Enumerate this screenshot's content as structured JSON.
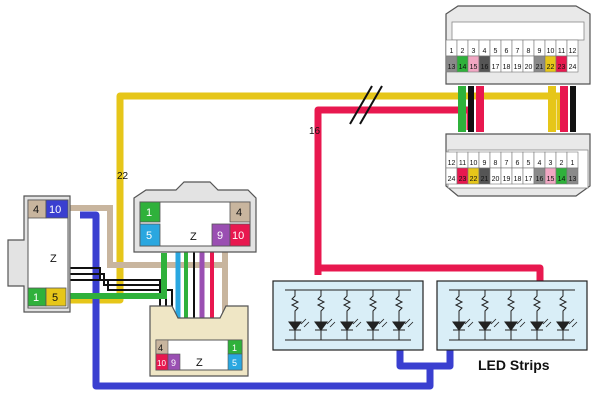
{
  "labels": {
    "wire_22": "22",
    "wire_16": "16",
    "led_strips": "LED Strips"
  },
  "top_connector": {
    "row1": [
      "1",
      "2",
      "3",
      "4",
      "5",
      "6",
      "7",
      "8",
      "9",
      "10",
      "11",
      "12"
    ],
    "row2": [
      "13",
      "14",
      "15",
      "16",
      "17",
      "18",
      "19",
      "20",
      "21",
      "22",
      "23",
      "24"
    ]
  },
  "mid_connector": {
    "row1": [
      "12",
      "11",
      "10",
      "9",
      "8",
      "7",
      "6",
      "5",
      "4",
      "3",
      "2",
      "1"
    ],
    "row2": [
      "24",
      "23",
      "22",
      "21",
      "20",
      "19",
      "18",
      "17",
      "16",
      "15",
      "14",
      "13"
    ]
  },
  "left_connector": {
    "pins": [
      "4",
      "10",
      "1",
      "5"
    ],
    "center_mark": "Z"
  },
  "center_connector": {
    "pins": [
      "1",
      "4",
      "5",
      "9",
      "10"
    ],
    "center_mark": "Z"
  },
  "bottom_connector": {
    "pins": [
      "4",
      "10",
      "9",
      "1",
      "5"
    ],
    "center_mark": "Z"
  },
  "colors": {
    "yellow": "#e6c619",
    "red": "#e8184f",
    "blue": "#3a3fd0",
    "tan": "#c8b59e",
    "green": "#2fb13b",
    "purple": "#9a4fb2",
    "cyan": "#2aa7e0",
    "strip_fill": "#d9eef7"
  }
}
